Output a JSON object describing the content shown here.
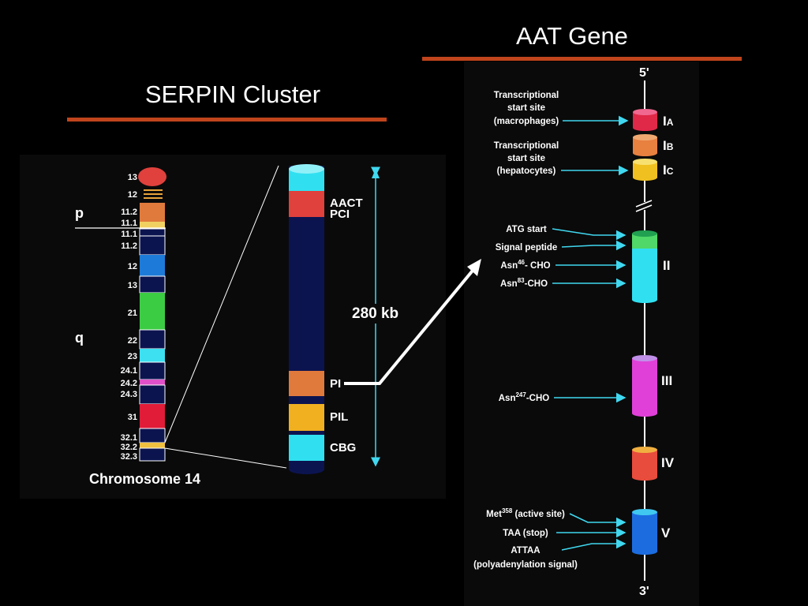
{
  "titles": {
    "serpin": "SERPIN Cluster",
    "aat": "AAT Gene"
  },
  "chromosome": {
    "caption": "Chromosome 14",
    "arm_p": "p",
    "arm_q": "q",
    "bands": [
      {
        "label": "13",
        "color": "#e0413c"
      },
      {
        "label": "12",
        "color": "#e8a33a"
      },
      {
        "label": "11.2",
        "color": "#e07a3c"
      },
      {
        "label": "11.1",
        "color": "#f0d060"
      },
      {
        "label": "11.1",
        "color": "#0c1450"
      },
      {
        "label": "11.2",
        "color": "#0c1450"
      },
      {
        "label": "12",
        "color": "#1e7ad8"
      },
      {
        "label": "13",
        "color": "#0c1450"
      },
      {
        "label": "21",
        "color": "#3ccc44"
      },
      {
        "label": "22",
        "color": "#0c1450"
      },
      {
        "label": "23",
        "color": "#3ce0f0"
      },
      {
        "label": "24.1",
        "color": "#0c1450"
      },
      {
        "label": "24.2",
        "color": "#e050c8"
      },
      {
        "label": "24.3",
        "color": "#0c1450"
      },
      {
        "label": "31",
        "color": "#e01c38"
      },
      {
        "label": "32.1",
        "color": "#0c1450"
      },
      {
        "label": "32.2",
        "color": "#f0c040"
      },
      {
        "label": "32.3",
        "color": "#0c1450"
      }
    ]
  },
  "cluster": {
    "size_label": "280 kb",
    "genes": [
      "AACT",
      "PCI",
      "PI",
      "PIL",
      "CBG"
    ]
  },
  "gene": {
    "five_prime": "5'",
    "three_prime": "3'",
    "exons": [
      {
        "label": "I",
        "sub": "A",
        "color": "#e02848"
      },
      {
        "label": "I",
        "sub": "B",
        "color": "#e88040"
      },
      {
        "label": "I",
        "sub": "C",
        "color": "#f0c020"
      },
      {
        "label": "II",
        "sub": "",
        "color": "#30e0f0"
      },
      {
        "label": "III",
        "sub": "",
        "color": "#e040d8"
      },
      {
        "label": "IV",
        "sub": "",
        "color": "#e84c3c"
      },
      {
        "label": "V",
        "sub": "",
        "color": "#1c6ce0"
      }
    ],
    "annotations": {
      "tss_macro": [
        "Transcriptional",
        "start site",
        "(macrophages)"
      ],
      "tss_hep": [
        "Transcriptional",
        "start site",
        "(hepatocytes)"
      ],
      "atg": "ATG start",
      "signal": "Signal peptide",
      "asn46": {
        "base": "Asn",
        "sup": "46",
        "rest": "- CHO"
      },
      "asn83": {
        "base": "Asn",
        "sup": "83",
        "rest": "-CHO"
      },
      "asn247": {
        "base": "Asn",
        "sup": "247",
        "rest": "-CHO"
      },
      "met358": {
        "base": "Met",
        "sup": "358",
        "rest": " (active site)"
      },
      "taa": "TAA (stop)",
      "attaa": [
        "ATTAA",
        "(polyadenylation signal)"
      ]
    }
  },
  "colors": {
    "accent_line": "#c0441c",
    "arrow": "#40d8f0",
    "chromo_dark": "#0c1450"
  }
}
